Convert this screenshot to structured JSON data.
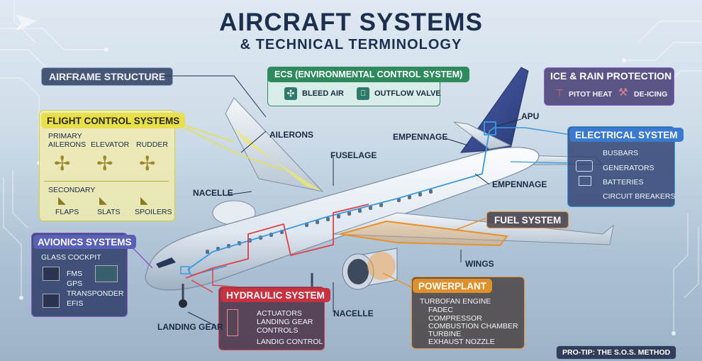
{
  "title": "AIRCRAFT SYSTEMS",
  "subtitle": "& TECHNICAL TERMINOLOGY",
  "airframe": {
    "header": "AIRFRAME STRUCTURE"
  },
  "ecs": {
    "header": "ECS (ENVIRONMENTAL CONTROL SYSTEM)",
    "items": [
      "BLEED AIR",
      "OUTFLOW VALVE"
    ]
  },
  "ice": {
    "header": "ICE & RAIN PROTECTION",
    "items": [
      "PITOT HEAT",
      "DE-ICING"
    ]
  },
  "flight_control": {
    "header": "FLIGHT CONTROL SYSTEMS",
    "primary_label": "PRIMARY",
    "primary": [
      "AILERONS",
      "ELEVATOR",
      "RUDDER"
    ],
    "secondary_label": "SECONDARY",
    "secondary": [
      "FLAPS",
      "SLATS",
      "SPOILERS"
    ]
  },
  "electrical": {
    "header": "ELECTRICAL SYSTEM",
    "items": [
      "BUSBARS",
      "GENERATORS",
      "BATTERIES",
      "CIRCUIT BREAKERS"
    ]
  },
  "fuel": {
    "header": "FUEL SYSTEM"
  },
  "avionics": {
    "header": "AVIONICS SYSTEMS",
    "subheader": "GLASS COCKPIT",
    "items": [
      "FMS",
      "GPS",
      "TRANSPONDER",
      "EFIS"
    ]
  },
  "hydraulic": {
    "header": "HYDRAULIC SYSTEM",
    "items": [
      "ACTUATORS",
      "LANDING GEAR",
      "CONTROLS",
      "LANDIG CONTROL"
    ]
  },
  "powerplant": {
    "header": "POWERPLANT",
    "subheader": "TURBOFAN ENGINE",
    "items": [
      "FADEC",
      "COMPRESSOR",
      "COMBUSTION CHAMBER",
      "TURBINE",
      "EXHAUST NOZZLE"
    ]
  },
  "callouts": {
    "ailerons": "AILERONS",
    "empennage_top": "EMPENNAGE",
    "apu": "APU",
    "fuselage": "FUSELAGE",
    "empennage_right": "EMPENNAGE",
    "nacelle_left": "NACELLE",
    "wings": "WINGS",
    "nacelle_bottom": "NACELLE",
    "landing_gear": "LANDING GEAR"
  },
  "protip": "PRO-TIP: THE S.O.S. METHOD",
  "colors": {
    "navy": "#1d2f4f",
    "yellow": "#e8e04a",
    "red": "#e0404a",
    "orange": "#e8902a",
    "blue": "#3a9ae0",
    "green": "#2f8a5e",
    "purple": "#8a5cc8"
  }
}
